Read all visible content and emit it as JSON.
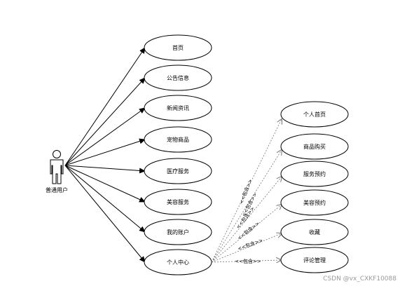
{
  "diagram": {
    "actor": {
      "name": "普通用户"
    },
    "main_use_cases": [
      {
        "id": "home",
        "label": "首页"
      },
      {
        "id": "notice",
        "label": "公告信息"
      },
      {
        "id": "news",
        "label": "新闻资讯"
      },
      {
        "id": "pet-goods",
        "label": "宠物商品"
      },
      {
        "id": "medical",
        "label": "医疗服务"
      },
      {
        "id": "beauty",
        "label": "美容服务"
      },
      {
        "id": "account",
        "label": "我的账户"
      },
      {
        "id": "personal",
        "label": "个人中心"
      }
    ],
    "included_use_cases": [
      {
        "id": "personal-home",
        "label": "个人首页"
      },
      {
        "id": "purchase",
        "label": "商品购买"
      },
      {
        "id": "service-booking",
        "label": "服务预约"
      },
      {
        "id": "beauty-booking",
        "label": "美容预约"
      },
      {
        "id": "favorites",
        "label": "收藏"
      },
      {
        "id": "review-manage",
        "label": "评论管理"
      }
    ],
    "include_label": "<<包含>>"
  },
  "watermark": "CSDN @vx_CXKF10088",
  "colors": {
    "stroke": "#000000",
    "dashed": "#777777",
    "fill": "#ffffff"
  }
}
